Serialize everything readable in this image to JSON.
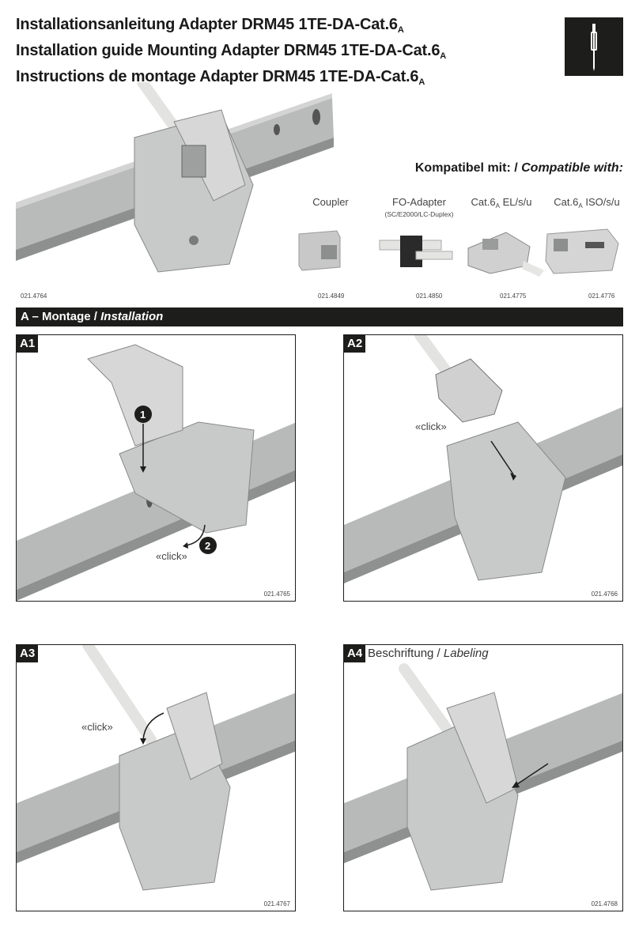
{
  "title": {
    "line_de": {
      "text": "Installationsanleitung Adapter DRM45 1TE-DA-Cat.6",
      "sub": "A"
    },
    "line_en": {
      "text": "Installation guide Mounting Adapter DRM45 1TE-DA-Cat.6",
      "sub": "A"
    },
    "line_fr": {
      "text": "Instructions de montage Adapter DRM45 1TE-DA-Cat.6",
      "sub": "A"
    }
  },
  "tool_icon": "screwdriver-icon",
  "hero": {
    "art_number": "021.4764"
  },
  "compat": {
    "heading_de": "Kompatibel mit: /",
    "heading_en": "Compatible with:",
    "products": [
      {
        "name": "Coupler",
        "name_sub": "",
        "name_suffix": "",
        "subtitle": "",
        "art_number": "021.4849"
      },
      {
        "name": "FO-Adapter",
        "name_sub": "",
        "name_suffix": "",
        "subtitle": "(SC/E2000/LC-Duplex)",
        "art_number": "021.4850"
      },
      {
        "name": "Cat.6",
        "name_sub": "A",
        "name_suffix": " EL/s/u",
        "subtitle": "",
        "art_number": "021.4775"
      },
      {
        "name": "Cat.6",
        "name_sub": "A",
        "name_suffix": " ISO/s/u",
        "subtitle": "",
        "art_number": "021.4776"
      }
    ]
  },
  "section": {
    "prefix": "A – Montage /",
    "title_en": "Installation"
  },
  "steps": [
    {
      "tag": "A1",
      "label": "",
      "label_en": "",
      "art_number": "021.4765",
      "click": "«click»",
      "markers": [
        "1",
        "2"
      ]
    },
    {
      "tag": "A2",
      "label": "",
      "label_en": "",
      "art_number": "021.4766",
      "click": "«click»"
    },
    {
      "tag": "A3",
      "label": "",
      "label_en": "",
      "art_number": "021.4767",
      "click": "«click»"
    },
    {
      "tag": "A4",
      "label": "Beschriftung /",
      "label_en": "Labeling",
      "art_number": "021.4768",
      "click": ""
    }
  ],
  "colors": {
    "dark": "#1d1d1b",
    "rail": "#b4b6b5",
    "adapter": "#c9cbca",
    "cable": "#e6e6e4"
  }
}
